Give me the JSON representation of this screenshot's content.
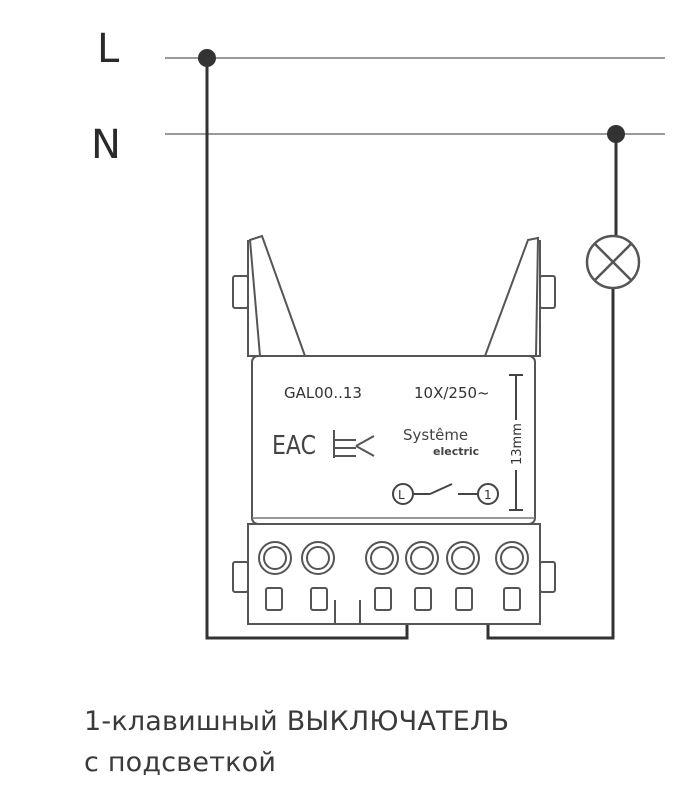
{
  "rails": {
    "line_label": "L",
    "neutral_label": "N"
  },
  "device": {
    "model": "GAL00..13",
    "rating": "10X/250~",
    "cert_mark": "EAC",
    "brand_top": "Systême",
    "brand_bottom": "electric",
    "depth": "13mm",
    "terminal_in": "L",
    "terminal_out": "1"
  },
  "caption": {
    "line1": "1-клавишный ВЫКЛЮЧАТЕЛЬ",
    "line2": "с подсветкой"
  },
  "colors": {
    "wire": "#333333",
    "rail": "#9a9a9a",
    "body_outline": "#555555",
    "text": "#2a2a2a"
  }
}
